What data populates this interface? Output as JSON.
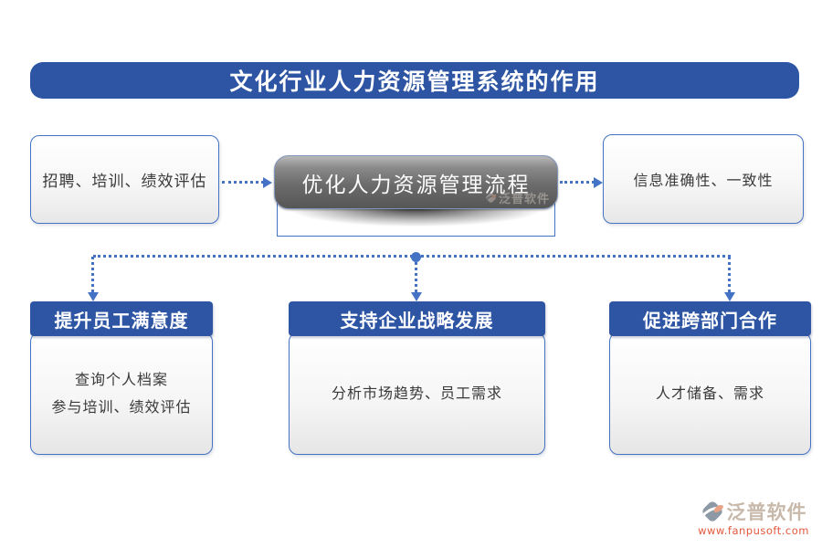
{
  "title": "文化行业人力资源管理系统的作用",
  "flow": {
    "left_box": "招聘、培训、绩效评估",
    "center_box": "优化人力资源管理流程",
    "right_box": "信息准确性、一致性"
  },
  "cards": [
    {
      "header": "提升员工满意度",
      "line1": "查询个人档案",
      "line2": "参与培训、绩效评估"
    },
    {
      "header": "支持企业战略发展",
      "line1": "分析市场趋势、员工需求",
      "line2": ""
    },
    {
      "header": "促进跨部门合作",
      "line1": "人才储备、需求",
      "line2": ""
    }
  ],
  "watermark_text": "泛普软件",
  "logo": {
    "name": "泛普软件",
    "url": "www.fanpusoft.com"
  },
  "colors": {
    "accent_blue": "#2e55a3",
    "border_blue": "#4472c4",
    "button_gray_top": "#b9b9b9",
    "button_gray_bottom": "#565656",
    "logo_name_color": "#c8b9ab",
    "logo_url_color": "#e2593c",
    "logo_icon_gray": "#8e99a6",
    "logo_icon_orange": "#e8a183"
  }
}
